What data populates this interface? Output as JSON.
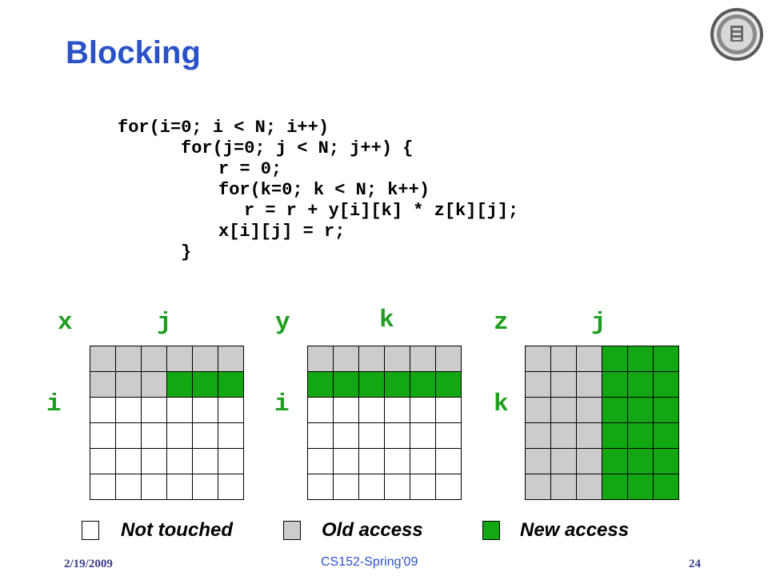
{
  "slide": {
    "title": "Blocking",
    "code": [
      "for(i=0; i < N; i++)",
      "for(j=0; j < N; j++) {",
      "r = 0;",
      "for(k=0; k < N; k++)",
      "r = r + y[i][k] * z[k][j];",
      "x[i][j] = r;",
      "}"
    ],
    "labels": {
      "x": "x",
      "x_col": "j",
      "x_row": "i",
      "y": "y",
      "y_col": "k",
      "y_row": "i",
      "z": "z",
      "z_col": "j",
      "z_row": "k"
    },
    "matrices": {
      "x": [
        [
          "old",
          "old",
          "old",
          "old",
          "old",
          "old"
        ],
        [
          "old",
          "old",
          "old",
          "new",
          "new",
          "new"
        ],
        [
          "none",
          "none",
          "none",
          "none",
          "none",
          "none"
        ],
        [
          "none",
          "none",
          "none",
          "none",
          "none",
          "none"
        ],
        [
          "none",
          "none",
          "none",
          "none",
          "none",
          "none"
        ],
        [
          "none",
          "none",
          "none",
          "none",
          "none",
          "none"
        ]
      ],
      "y": [
        [
          "old",
          "old",
          "old",
          "old",
          "old",
          "old"
        ],
        [
          "new",
          "new",
          "new",
          "new",
          "new",
          "new"
        ],
        [
          "none",
          "none",
          "none",
          "none",
          "none",
          "none"
        ],
        [
          "none",
          "none",
          "none",
          "none",
          "none",
          "none"
        ],
        [
          "none",
          "none",
          "none",
          "none",
          "none",
          "none"
        ],
        [
          "none",
          "none",
          "none",
          "none",
          "none",
          "none"
        ]
      ],
      "z": [
        [
          "old",
          "old",
          "old",
          "new",
          "new",
          "new"
        ],
        [
          "old",
          "old",
          "old",
          "new",
          "new",
          "new"
        ],
        [
          "old",
          "old",
          "old",
          "new",
          "new",
          "new"
        ],
        [
          "old",
          "old",
          "old",
          "new",
          "new",
          "new"
        ],
        [
          "old",
          "old",
          "old",
          "new",
          "new",
          "new"
        ],
        [
          "old",
          "old",
          "old",
          "new",
          "new",
          "new"
        ]
      ]
    },
    "legend": {
      "not_touched": "Not touched",
      "old_access": "Old access",
      "new_access": "New access"
    },
    "colors": {
      "title": "#2a52c8",
      "label": "#1e9e1e",
      "new": "#13a813",
      "old": "#cccccc",
      "none": "#ffffff"
    },
    "footer": {
      "date": "2/19/2009",
      "course": "CS152-Spring'09",
      "page": "24"
    },
    "logo_icon": "university-seal-icon"
  }
}
